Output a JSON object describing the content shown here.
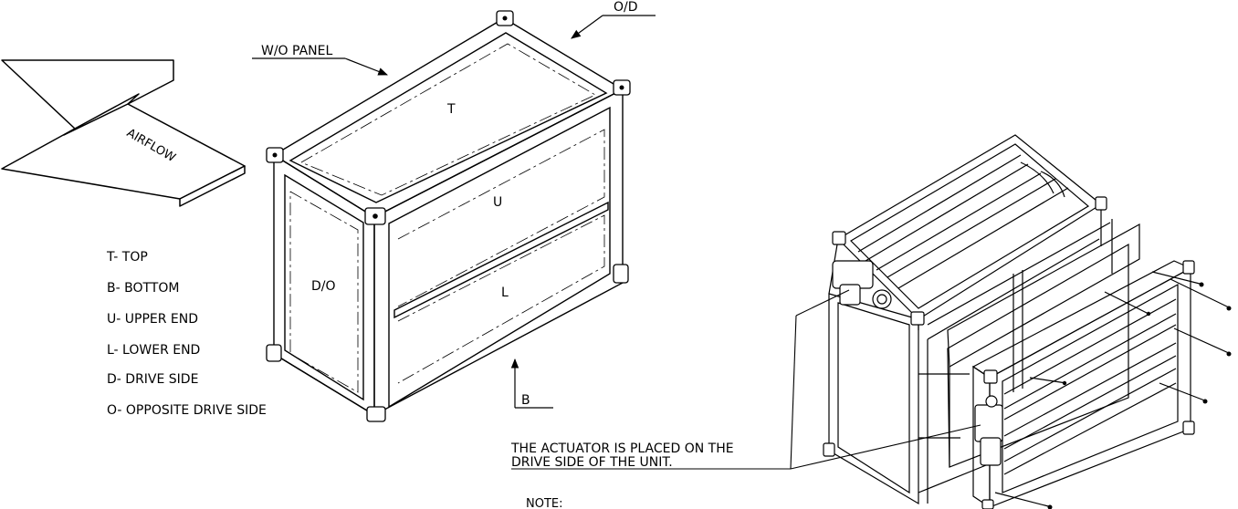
{
  "callouts": {
    "od": "O/D",
    "wo_panel": "W/O PANEL",
    "airflow": "AIRFLOW",
    "b": "B"
  },
  "faces": {
    "top": "T",
    "upper": "U",
    "lower": "L",
    "drive_opposite": "D/O"
  },
  "legend": [
    "T- TOP",
    "B- BOTTOM",
    "U-  UPPER END",
    "L- LOWER END",
    "D- DRIVE SIDE",
    "O- OPPOSITE   DRIVE SIDE"
  ],
  "note": {
    "line1": "THE ACTUATOR IS PLACED ON THE",
    "line2": "DRIVE SIDE OF THE UNIT.",
    "heading": "NOTE:"
  }
}
